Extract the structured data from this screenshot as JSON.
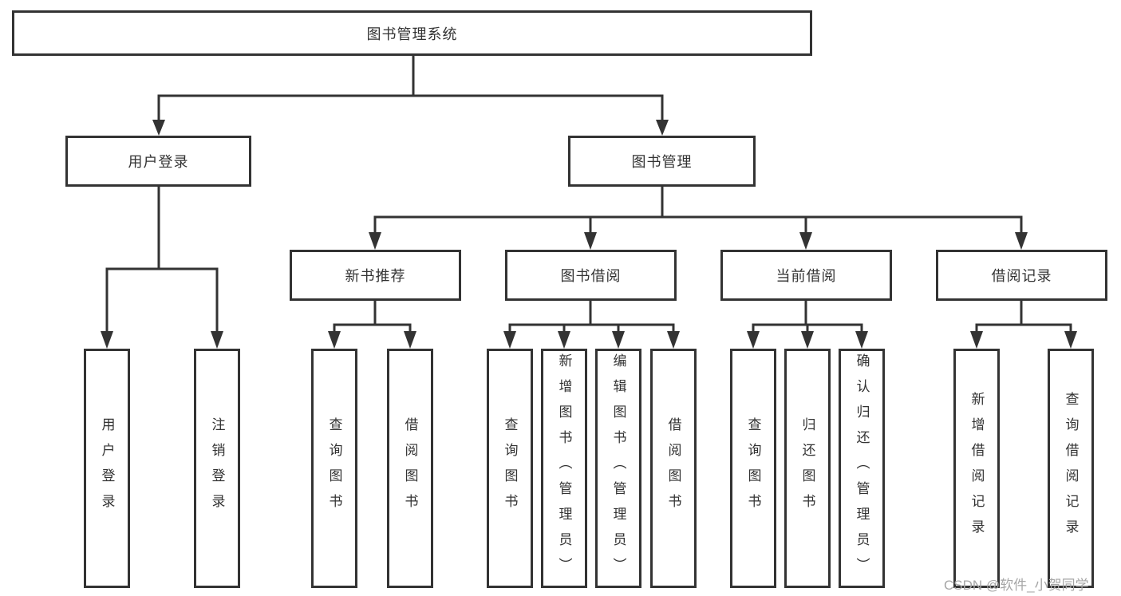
{
  "tree": {
    "root": "图书管理系统",
    "level2": {
      "user_login": "用户登录",
      "book_management": "图书管理"
    },
    "level3": {
      "new_books": "新书推荐",
      "book_borrow": "图书借阅",
      "current_borrow": "当前借阅",
      "borrow_records": "借阅记录"
    },
    "leaves": {
      "user_login": [
        "用户登录",
        "注销登录"
      ],
      "new_books": [
        "查询图书",
        "借阅图书"
      ],
      "book_borrow": [
        "查询图书",
        "新增图书（管理员）",
        "编辑图书（管理员）",
        "借阅图书"
      ],
      "current_borrow": [
        "查询图书",
        "归还图书",
        "确认归还（管理员）"
      ],
      "borrow_records": [
        "新增借阅记录",
        "查询借阅记录"
      ]
    }
  },
  "watermark": "CSDN @软件_小贺同学",
  "colors": {
    "line": "#333333",
    "text": "#333333",
    "box_fill": "#ffffff",
    "background": "#ffffff",
    "watermark": "#a6a6a6"
  }
}
